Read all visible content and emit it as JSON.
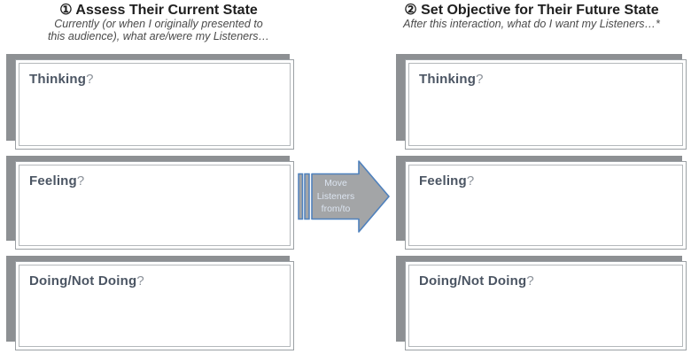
{
  "left_panel": {
    "title": "① Assess Their Current State",
    "subtitle_lines": [
      "Currently (or when I originally presented to",
      "this audience), what are/were my Listeners…"
    ],
    "boxes": [
      {
        "label": "Thinking",
        "suffix": "?"
      },
      {
        "label": "Feeling",
        "suffix": "?"
      },
      {
        "label": "Doing/Not Doing",
        "suffix": "?"
      }
    ]
  },
  "right_panel": {
    "title": "② Set Objective for Their Future State",
    "subtitle_lines": [
      "After this interaction, what do I want my Listeners…*"
    ],
    "boxes": [
      {
        "label": "Thinking",
        "suffix": "?"
      },
      {
        "label": "Feeling",
        "suffix": "?"
      },
      {
        "label": "Doing/Not Doing",
        "suffix": "?"
      }
    ]
  },
  "arrow": {
    "lines": [
      "Move",
      "Listeners",
      "from/to"
    ]
  },
  "colors": {
    "background": "#ffffff",
    "title_text": "#1f1f1f",
    "subtitle_text": "#4a4a4a",
    "label_text": "#4b5563",
    "label_suffix": "#8b9199",
    "shadow_gray": "#8d9093",
    "box_border_outer": "#9ba0a4",
    "box_border_inner": "#b4b8bb",
    "arrow_fill": "#a3a5a7",
    "arrow_outline": "#4f81bd",
    "arrow_text": "#dbe4f0"
  }
}
